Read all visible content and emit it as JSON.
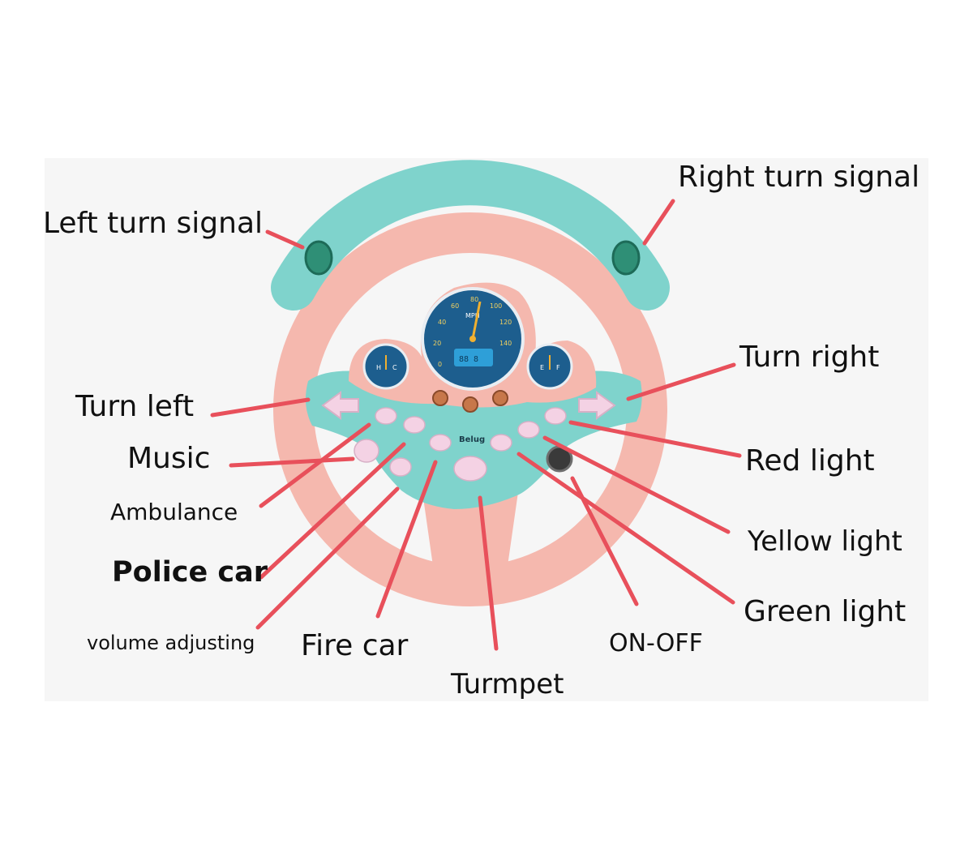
{
  "brand": "Belug",
  "gauge": {
    "unit": "MPH",
    "ticks": [
      "0",
      "20",
      "40",
      "60",
      "80",
      "100",
      "120",
      "140"
    ],
    "lcd": "88 8"
  },
  "side_gauges": {
    "left": [
      "H",
      "C"
    ],
    "right": [
      "E",
      "F"
    ]
  },
  "labels": {
    "left_turn_signal": "Left turn signal",
    "right_turn_signal": "Right turn signal",
    "turn_left": "Turn left",
    "turn_right": "Turn right",
    "music": "Music",
    "ambulance": "Ambulance",
    "police_car": "Police car",
    "volume_adjusting": "volume adjusting",
    "fire_car": "Fire car",
    "turmpet": "Turmpet",
    "on_off": "ON-OFF",
    "red_light": "Red light",
    "yellow_light": "Yellow light",
    "green_light": "Green light"
  },
  "colors": {
    "teal": "#7fd3cc",
    "pink": "#f5b8ae",
    "pointer_line": "#e8505b",
    "button": "#f4d2e4",
    "gauge_face": "#1d5e8e",
    "background_panel": "#f6f6f6"
  }
}
